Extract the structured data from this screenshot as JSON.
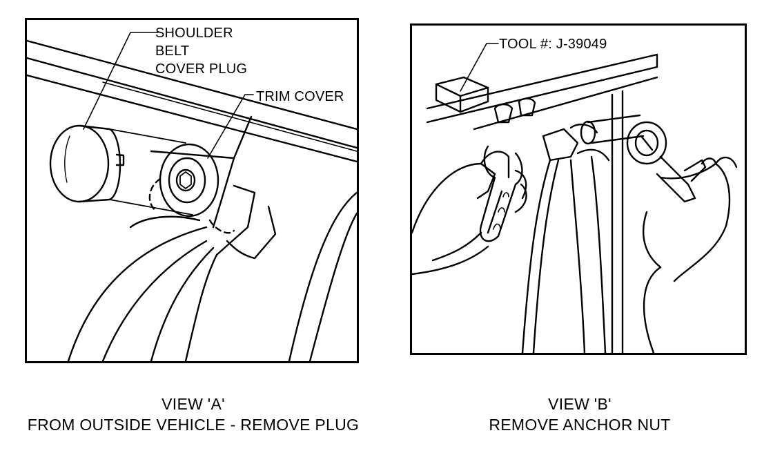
{
  "view_a": {
    "callouts": {
      "shoulder_belt_cover_plug": [
        "SHOULDER",
        "BELT",
        "COVER PLUG"
      ],
      "trim_cover": "TRIM COVER"
    },
    "caption": {
      "title": "VIEW 'A'",
      "subtitle": "FROM OUTSIDE VEHICLE - REMOVE PLUG"
    }
  },
  "view_b": {
    "callouts": {
      "tool": "TOOL #:  J-39049"
    },
    "caption": {
      "title": "VIEW 'B'",
      "subtitle": "REMOVE ANCHOR NUT"
    }
  }
}
